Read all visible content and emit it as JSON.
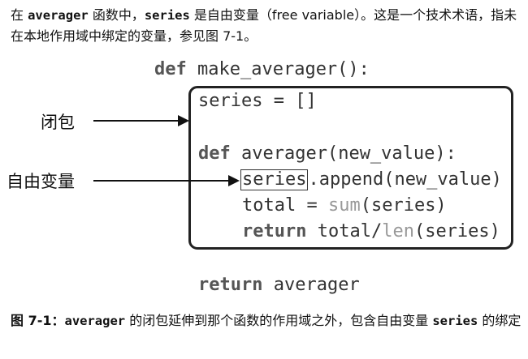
{
  "intro": {
    "part1": "在 ",
    "code1": "averager",
    "part2": " 函数中，",
    "code2": "series",
    "part3": " 是自由变量（free variable）。这是一个技术术语，指未在本地作用域中绑定的变量，参见图 7-1。"
  },
  "figure": {
    "def_kw": "def",
    "outer_sig": " make_averager():",
    "series_init": "series = []",
    "inner_def_kw": "def",
    "inner_sig": " averager(new_value):",
    "free_var": "series",
    "append_call": ".append(new_value)",
    "total_prefix": "total = ",
    "sum_fn": "sum",
    "sum_args": "(series)",
    "return_kw": "return",
    "return_expr_1": " total/",
    "len_fn": "len",
    "return_expr_2": "(series)",
    "outer_return_kw": "return",
    "outer_return_expr": " averager"
  },
  "labels": {
    "closure": "闭包",
    "free_variable": "自由变量"
  },
  "caption": {
    "fig_label": "图 7-1：",
    "code1": "averager",
    "part1": " 的闭包延伸到那个函数的作用域之外，包含自由变量 ",
    "code2": "series",
    "part2": " 的绑定"
  }
}
